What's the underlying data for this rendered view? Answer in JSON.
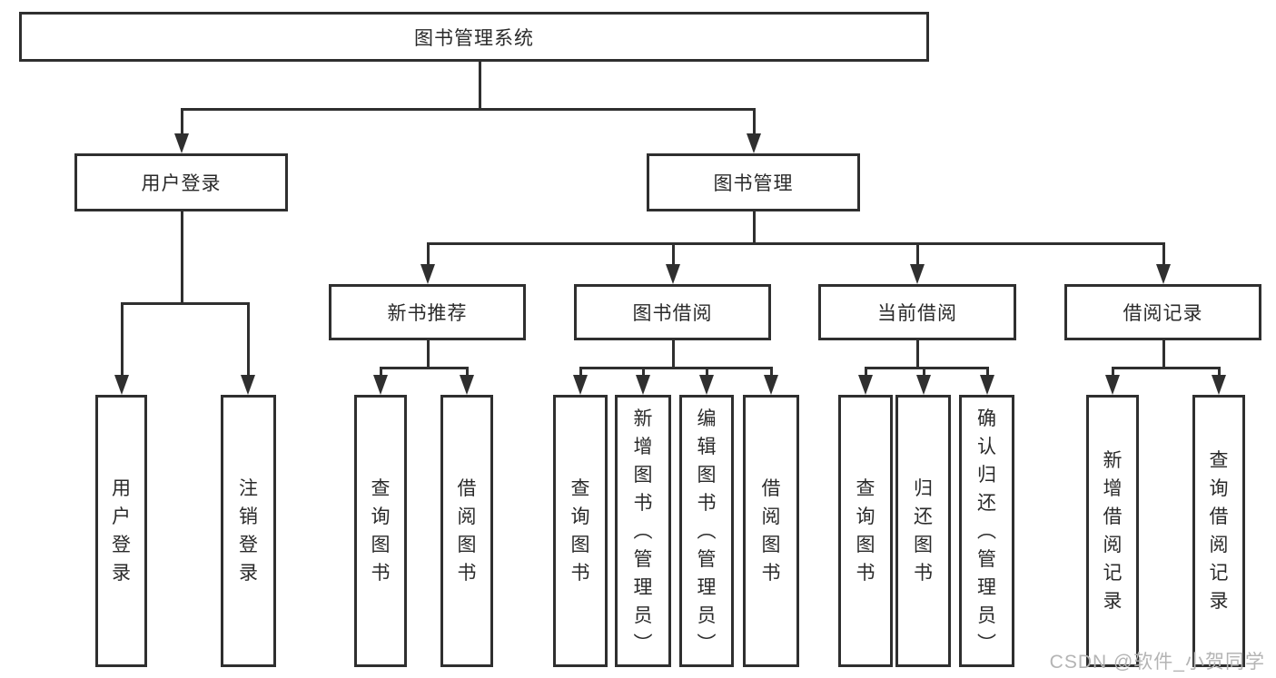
{
  "root": {
    "label": "图书管理系统"
  },
  "level2": {
    "user_login": "用户登录",
    "book_mgmt": "图书管理"
  },
  "level3": {
    "new_books": "新书推荐",
    "book_borrow": "图书借阅",
    "current_borrow": "当前借阅",
    "borrow_records": "借阅记录"
  },
  "leaves": {
    "user_login": "用户登录",
    "logout": "注销登录",
    "query_books_1": "查询图书",
    "borrow_books_1": "借阅图书",
    "query_books_2": "查询图书",
    "add_books_admin": "新增图书（管理员）",
    "edit_books_admin": "编辑图书（管理员）",
    "borrow_books_2": "借阅图书",
    "query_books_3": "查询图书",
    "return_books": "归还图书",
    "confirm_return_admin": "确认归还（管理员）",
    "add_borrow_record": "新增借阅记录",
    "query_borrow_record": "查询借阅记录"
  },
  "watermark": {
    "text": "CSDN @软件_小贺同学"
  },
  "colors": {
    "line": "#2f2f2f",
    "text": "#2a2a2a",
    "background": "#ffffff",
    "watermark": "#b4b4b4"
  }
}
